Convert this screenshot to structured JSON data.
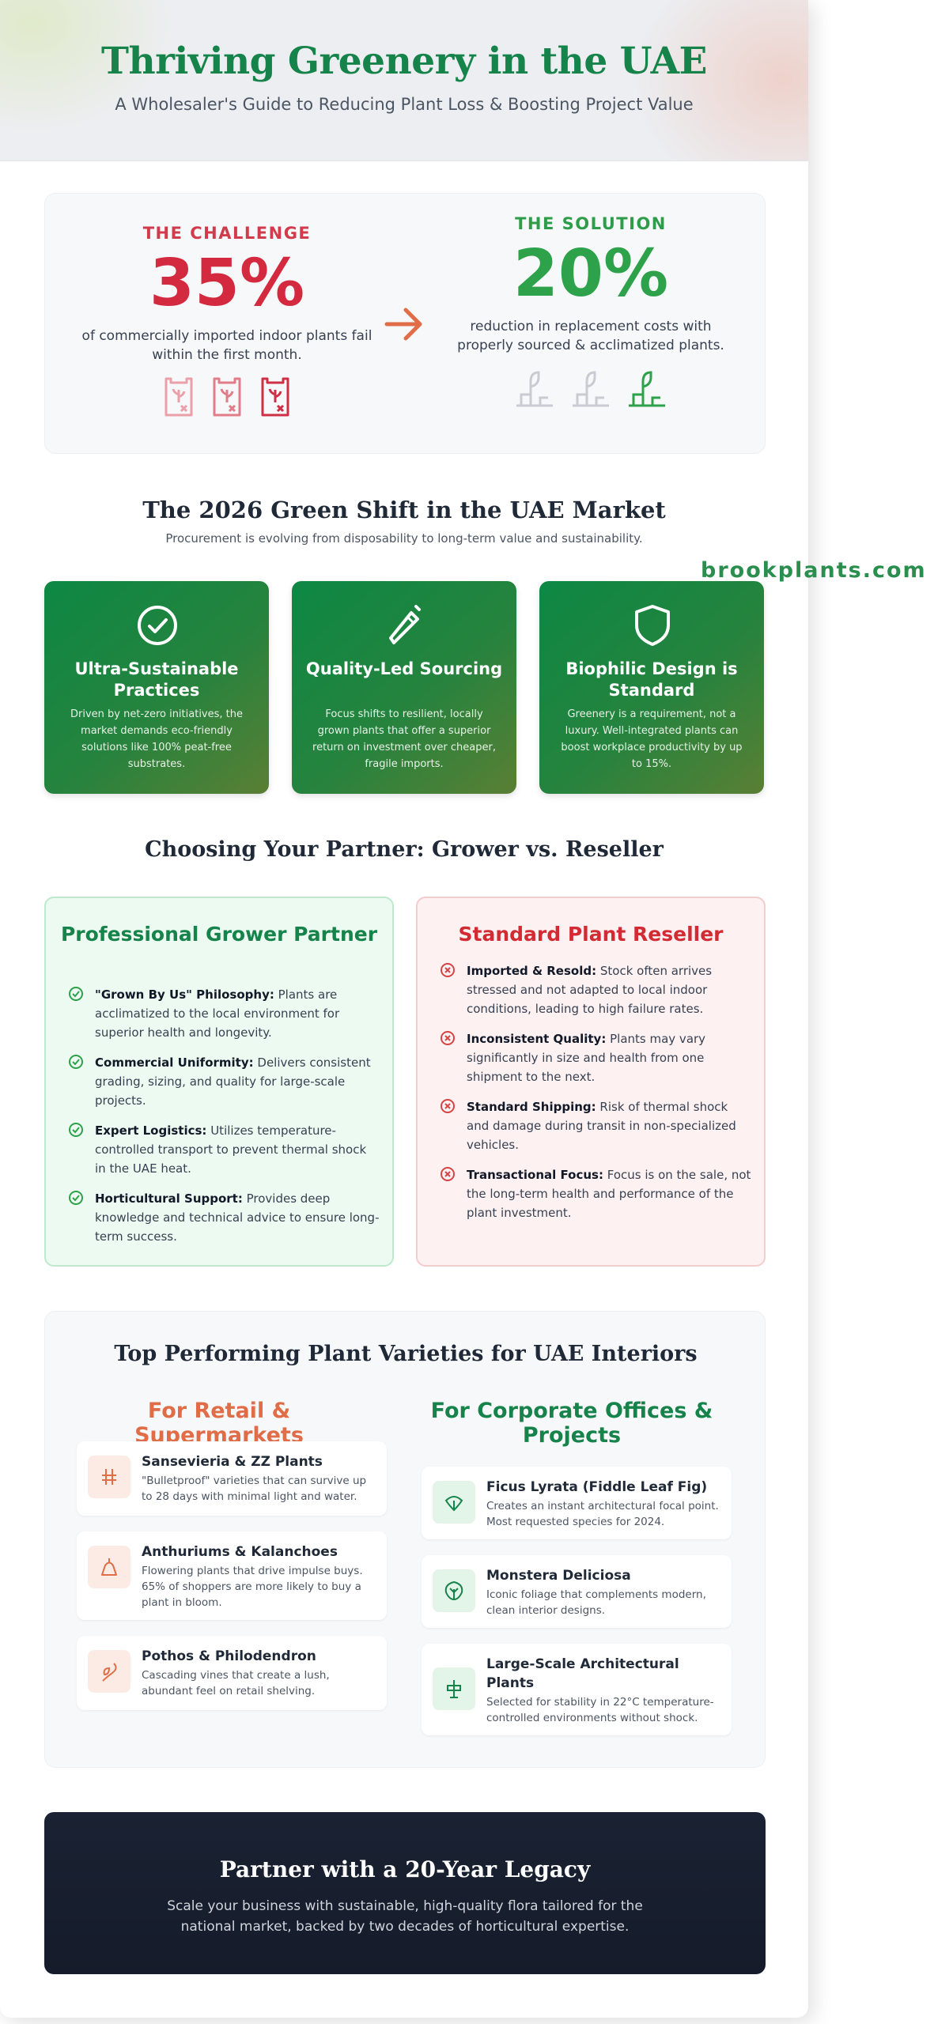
{
  "header": {
    "title": "Thriving Greenery in the UAE",
    "subtitle": "A Wholesaler's Guide to Reducing Plant Loss & Boosting Project Value"
  },
  "stats": {
    "challenge": {
      "label": "THE CHALLENGE",
      "value": "35%",
      "description": "of commercially imported indoor plants fail within the first month."
    },
    "solution": {
      "label": "THE SOLUTION",
      "value": "20%",
      "description": "reduction in replacement costs with properly sourced & acclimatized plants."
    },
    "arrow_icon": "arrow-right-icon"
  },
  "green_shift": {
    "title": "The 2026 Green Shift in the UAE Market",
    "subtitle": "Procurement is evolving from disposability to long-term value and sustainability.",
    "watermark": "brookplants.com",
    "cards": [
      {
        "icon": "check-circle-icon",
        "title": "Ultra-Sustainable Practices",
        "text": "Driven by net-zero initiatives, the market demands eco-friendly solutions like 100% peat-free substrates."
      },
      {
        "icon": "pen-quality-icon",
        "title": "Quality-Led Sourcing",
        "text": "Focus shifts to resilient, locally grown plants that offer a superior return on investment over cheaper, fragile imports."
      },
      {
        "icon": "shield-icon",
        "title": "Biophilic Design is Standard",
        "text": "Greenery is a requirement, not a luxury. Well-integrated plants can boost workplace productivity by up to 15%."
      }
    ]
  },
  "comparison": {
    "title": "Choosing Your Partner: Grower vs. Reseller",
    "grower": {
      "title": "Professional Grower Partner",
      "items": [
        {
          "bold": "\"Grown By Us\" Philosophy:",
          "text": " Plants are acclimatized to the local environment for superior health and longevity."
        },
        {
          "bold": "Commercial Uniformity:",
          "text": " Delivers consistent grading, sizing, and quality for large-scale projects."
        },
        {
          "bold": "Expert Logistics:",
          "text": " Utilizes temperature-controlled transport to prevent thermal shock in the UAE heat."
        },
        {
          "bold": "Horticultural Support:",
          "text": " Provides deep knowledge and technical advice to ensure long-term success."
        }
      ]
    },
    "reseller": {
      "title": "Standard Plant Reseller",
      "items": [
        {
          "bold": "Imported & Resold:",
          "text": " Stock often arrives stressed and not adapted to local indoor conditions, leading to high failure rates."
        },
        {
          "bold": "Inconsistent Quality:",
          "text": " Plants may vary significantly in size and health from one shipment to the next."
        },
        {
          "bold": "Standard Shipping:",
          "text": " Risk of thermal shock and damage during transit in non-specialized vehicles."
        },
        {
          "bold": "Transactional Focus:",
          "text": " Focus is on the sale, not the long-term health and performance of the plant investment."
        }
      ]
    }
  },
  "varieties": {
    "title": "Top Performing Plant Varieties for UAE Interiors",
    "retail": {
      "title": "For Retail & Supermarkets",
      "items": [
        {
          "icon": "snake-plant-icon",
          "name": "Sansevieria & ZZ Plants",
          "desc": "\"Bulletproof\" varieties that can survive up to 28 days with minimal light and water."
        },
        {
          "icon": "flower-pot-icon",
          "name": "Anthuriums & Kalanchoes",
          "desc": "Flowering plants that drive impulse buys. 65% of shoppers are more likely to buy a plant in bloom."
        },
        {
          "icon": "vine-icon",
          "name": "Pothos & Philodendron",
          "desc": "Cascading vines that create a lush, abundant feel on retail shelving."
        }
      ]
    },
    "corporate": {
      "title": "For Corporate Offices & Projects",
      "items": [
        {
          "icon": "fig-leaf-icon",
          "name": "Ficus Lyrata (Fiddle Leaf Fig)",
          "desc": "Creates an instant architectural focal point. Most requested species for 2024."
        },
        {
          "icon": "monstera-leaf-icon",
          "name": "Monstera Deliciosa",
          "desc": "Iconic foliage that complements modern, clean interior designs."
        },
        {
          "icon": "architectural-plant-icon",
          "name": "Large-Scale Architectural Plants",
          "desc": "Selected for stability in 22°C temperature-controlled environments without shock."
        }
      ]
    }
  },
  "cta": {
    "title": "Partner with a 20-Year Legacy",
    "text": "Scale your business with sustainable, high-quality flora tailored for the national market, backed by two decades of horticultural expertise."
  },
  "colors": {
    "brand_green": "#16834a",
    "challenge_red": "#d42a40",
    "solution_green": "#2ea24b",
    "accent_orange": "#e06d47",
    "cta_navy": "#1a2233"
  }
}
